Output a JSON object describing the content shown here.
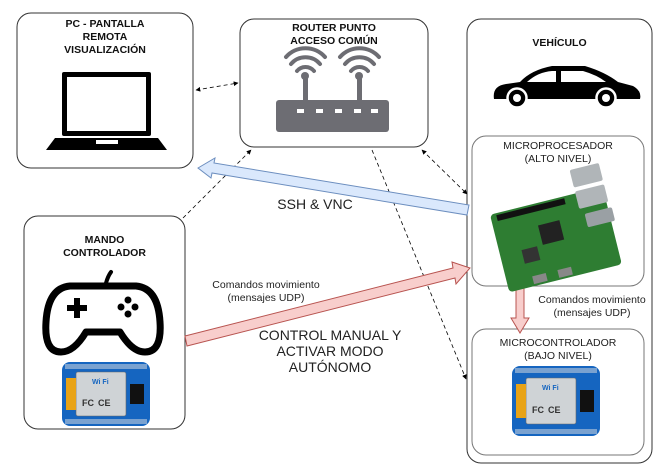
{
  "nodes": {
    "pc": {
      "title_l1": "PC - PANTALLA",
      "title_l2": "REMOTA",
      "title_l3": "VISUALIZACIÓN"
    },
    "router": {
      "title_l1": "ROUTER PUNTO",
      "title_l2": "ACCESO COMÚN"
    },
    "vehicle": {
      "title": "VEHÍCULO"
    },
    "controller": {
      "title_l1": "MANDO",
      "title_l2": "CONTROLADOR"
    },
    "micro_proc": {
      "title_l1": "MICROPROCESADOR",
      "title_l2": "(ALTO NIVEL)"
    },
    "micro_ctrl": {
      "title_l1": "MICROCONTROLADOR",
      "title_l2": "(BAJO NIVEL)"
    }
  },
  "edges": {
    "ssh": {
      "label": "SSH & VNC"
    },
    "cmd_left": {
      "label_l1": "Comandos  movimiento",
      "label_l2": "(mensajes UDP)"
    },
    "control": {
      "label_l1": "CONTROL MANUAL Y",
      "label_l2": "ACTIVAR MODO",
      "label_l3": "AUTÓNOMO"
    },
    "cmd_right": {
      "label_l1": "Comandos  movimiento",
      "label_l2": "(mensajes UDP)"
    }
  },
  "colors": {
    "ssh_arrow": "#dae8fc",
    "ssh_arrow_stroke": "#6c8ebf",
    "control_arrow": "#f8cecc",
    "control_arrow_stroke": "#b85450",
    "wemos_blue": "#1565c0"
  },
  "icons": {
    "pc": "laptop-icon",
    "router": "wifi-router-icon",
    "vehicle": "car-icon",
    "controller": "gamepad-icon",
    "board": "raspberry-pi-board",
    "wemos": "wemos-d1-mini-board"
  },
  "wemos_text": {
    "wifi": "Wi Fi",
    "fcc": "FC",
    "ce": "CE"
  }
}
